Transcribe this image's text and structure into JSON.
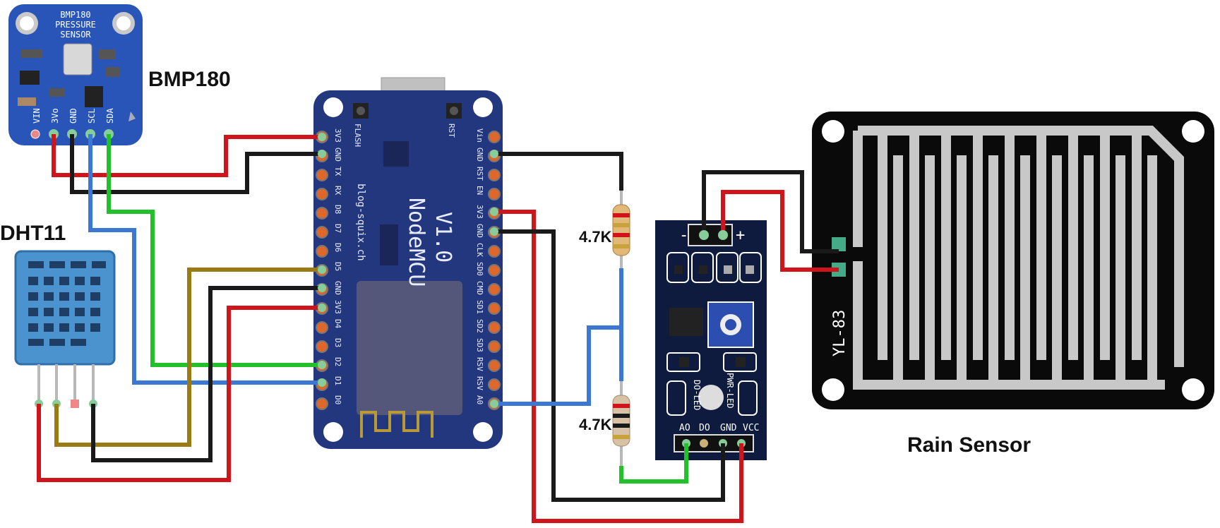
{
  "labels": {
    "bmp180": "BMP180",
    "dht11": "DHT11",
    "rain_sensor": "Rain Sensor",
    "resistor_top": "4.7K",
    "resistor_bottom": "4.7K"
  },
  "bmp_board": {
    "title_line1": "BMP180",
    "title_line2": "PRESSURE",
    "title_line3": "SENSOR",
    "pins": [
      "VIN",
      "3Vo",
      "GND",
      "SCL",
      "SDA"
    ]
  },
  "nodemcu": {
    "name_line1": "NodeMCU",
    "name_line2": "V1.0",
    "site": "blog-squix.ch",
    "flash_label": "FLASH",
    "rst_label": "RST",
    "left_pins": [
      "3V3",
      "GND",
      "TX",
      "RX",
      "D8",
      "D7",
      "D6",
      "D5",
      "GND",
      "3V3",
      "D4",
      "D3",
      "D2",
      "D1",
      "D0"
    ],
    "right_pins": [
      "Vin",
      "GND",
      "RST",
      "EN",
      "3V3",
      "GND",
      "CLK",
      "SD0",
      "CMD",
      "SD1",
      "SD2",
      "SD3",
      "RSV",
      "RSV",
      "A0"
    ]
  },
  "module": {
    "minus": "-",
    "plus": "+",
    "do_led": "DO-LED",
    "pwr_led": "PWR-LED",
    "pins": [
      "AO",
      "DO",
      "GND",
      "VCC"
    ]
  },
  "rain_board": {
    "model": "YL-83"
  },
  "colors": {
    "wire_red": "#d0141b",
    "wire_black": "#1a1a1a",
    "wire_blue": "#3a78d4",
    "wire_green": "#22c02a",
    "wire_brown": "#9a7a12",
    "pcb_blue": "#2a55b8",
    "nodemcu_blue": "#23377e",
    "sensor_blue": "#4a93cf",
    "rain_black": "#0a0a0a"
  }
}
